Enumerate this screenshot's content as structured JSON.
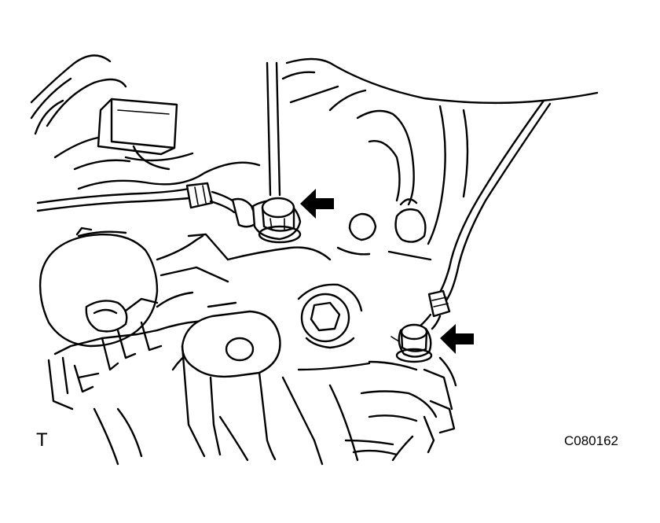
{
  "labels": {
    "corner": "T",
    "figure_code": "C080162"
  },
  "callouts": [
    {
      "name": "arrow-upper-bolt",
      "icon": "left-arrow-icon"
    },
    {
      "name": "arrow-lower-bolt",
      "icon": "left-arrow-icon"
    }
  ],
  "colors": {
    "line": "#000000",
    "background": "#ffffff"
  }
}
